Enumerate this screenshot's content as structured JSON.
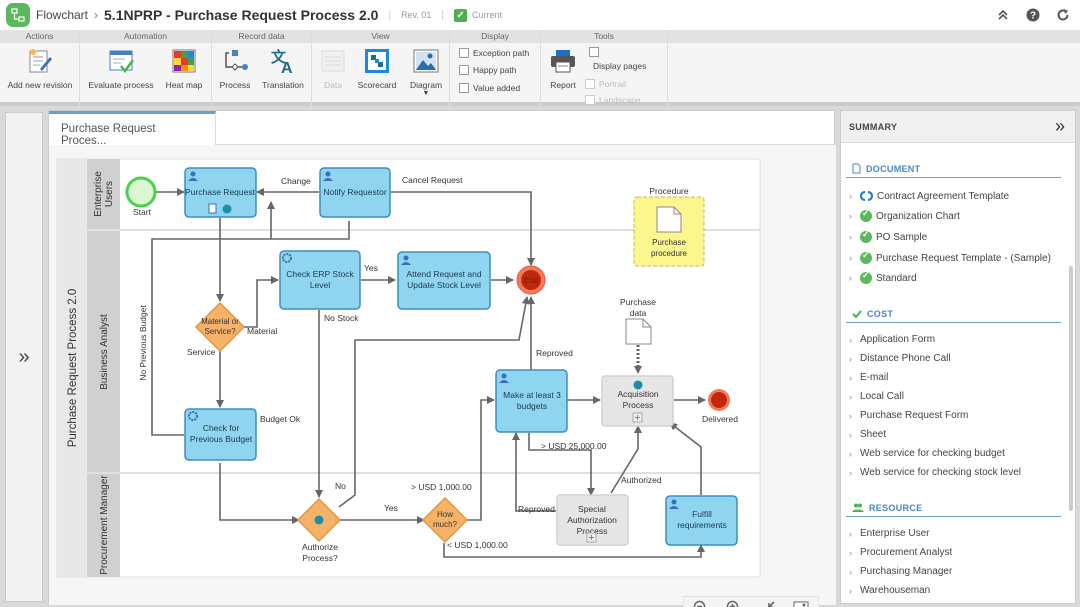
{
  "header": {
    "app": "Flowchart",
    "separator": "›",
    "title": "5.1NPRP - Purchase Request Process 2.0",
    "revision": "Rev. 01",
    "status": "Current",
    "icons": [
      "collapse-icon",
      "help-icon",
      "refresh-icon"
    ]
  },
  "ribbon": {
    "groups": {
      "actions": "Actions",
      "automation": "Automation",
      "record": "Record data",
      "view": "View",
      "display": "Display",
      "tools": "Tools"
    },
    "buttons": {
      "add_revision": "Add new revision",
      "evaluate": "Evaluate process",
      "heatmap": "Heat map",
      "process": "Process",
      "translation": "Translation",
      "data": "Data",
      "scorecard": "Scorecard",
      "diagram": "Diagram",
      "report": "Report"
    },
    "display_checks": [
      "Exception path",
      "Happy path",
      "Value added"
    ],
    "tools": {
      "display_pages": "Display pages",
      "portrait": "Portrait",
      "landscape": "Landscape"
    }
  },
  "leftpanel": {
    "expand": "»"
  },
  "tab": {
    "label": "Purchase Request Proces..."
  },
  "diagram": {
    "pool": "Purchase Request Process 2.0",
    "lanes": [
      "Enterprise Users",
      "Business Analyst",
      "Procurement Manager"
    ],
    "lane_line1": [
      "Enterprise",
      "",
      ""
    ],
    "lane_line2": [
      "Users",
      "",
      ""
    ],
    "events": {
      "start": "Start",
      "end": "End",
      "delivered": "Delivered"
    },
    "tasks": {
      "purchase_request": "Purchase Request",
      "notify": "Notify Requestor",
      "erp1": "Check ERP Stock",
      "erp2": "Level",
      "attend1": "Attend Request and",
      "attend2": "Update Stock Level",
      "prev1": "Check for",
      "prev2": "Previous Budget",
      "budgets1": "Make at least 3",
      "budgets2": "budgets",
      "acq1": "Acquisition",
      "acq2": "Process",
      "special1": "Special",
      "special2": "Authorization",
      "special3": "Process",
      "fulfill1": "Fulfill",
      "fulfill2": "requirements"
    },
    "gateways": {
      "material1": "Material or",
      "material2": "Service?",
      "authorize1": "Authorize",
      "authorize2": "Process?",
      "howmuch1": "How",
      "howmuch2": "much?"
    },
    "artifacts": {
      "procedure_label": "Procedure",
      "procedure1": "Purchase",
      "procedure2": "procedure",
      "data1": "Purchase",
      "data2": "data"
    },
    "flow_labels": {
      "change": "Change",
      "cancel": "Cancel Request",
      "yes1": "Yes",
      "no_stock": "No Stock",
      "material": "Material",
      "service": "Service",
      "no_prev": "No Previous Budget",
      "budget_ok": "Budget Ok",
      "no": "No",
      "yes2": "Yes",
      "gt1000": "> USD 1,000.00",
      "lt1000": "< USD 1,000.00",
      "reproved1": "Reproved",
      "reproved2": "Reproved",
      "gt25000": "> USD 25,000.00",
      "authorized": "Authorized"
    }
  },
  "zoombar": {
    "zoom_out": "−",
    "zoom_in": "+",
    "fit": "⤡",
    "image": "▣"
  },
  "summary": {
    "title": "SUMMARY",
    "collapse": "»",
    "document": {
      "title": "DOCUMENT",
      "items": [
        "Contract Agreement Template",
        "Organization Chart",
        "PO Sample",
        "Purchase Request Template - (Sample)",
        "Standard"
      ]
    },
    "cost": {
      "title": "COST",
      "items": [
        "Application Form",
        "Distance Phone Call",
        "E-mail",
        "Local Call",
        "Purchase Request Form",
        "Sheet",
        "Web service for checking budget",
        "Web service for checking stock level"
      ]
    },
    "resource": {
      "title": "RESOURCE",
      "items": [
        "Enterprise User",
        "Procurement Analyst",
        "Purchasing Manager",
        "Warehouseman"
      ]
    }
  }
}
